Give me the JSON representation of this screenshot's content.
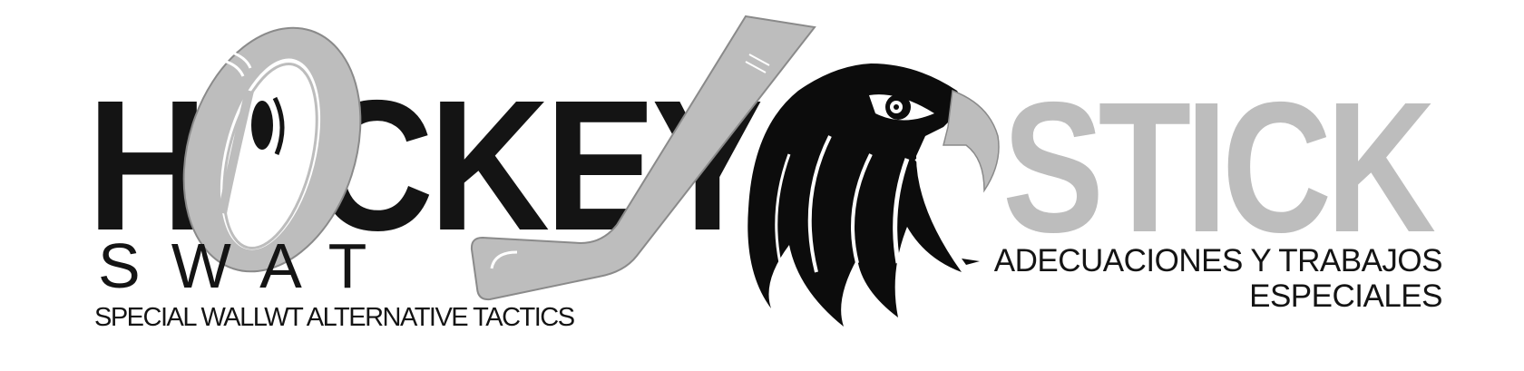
{
  "logo": {
    "brand_left": {
      "letter_h": "H",
      "letters_rest": "CKEY"
    },
    "brand_right": "STICK",
    "sub_brand": "SWAT",
    "sub_brand_expansion": "SPECIAL WALLWT ALTERNATIVE TACTICS",
    "tagline_line1": "ADECUACIONES Y TRABAJOS",
    "tagline_line2": "ESPECIALES",
    "icons": [
      "hockey-puck-icon",
      "hockey-stick-icon",
      "eagle-head-icon"
    ],
    "colors": {
      "dark": "#141414",
      "gray": "#bdbdbd",
      "background": "#ffffff"
    }
  }
}
